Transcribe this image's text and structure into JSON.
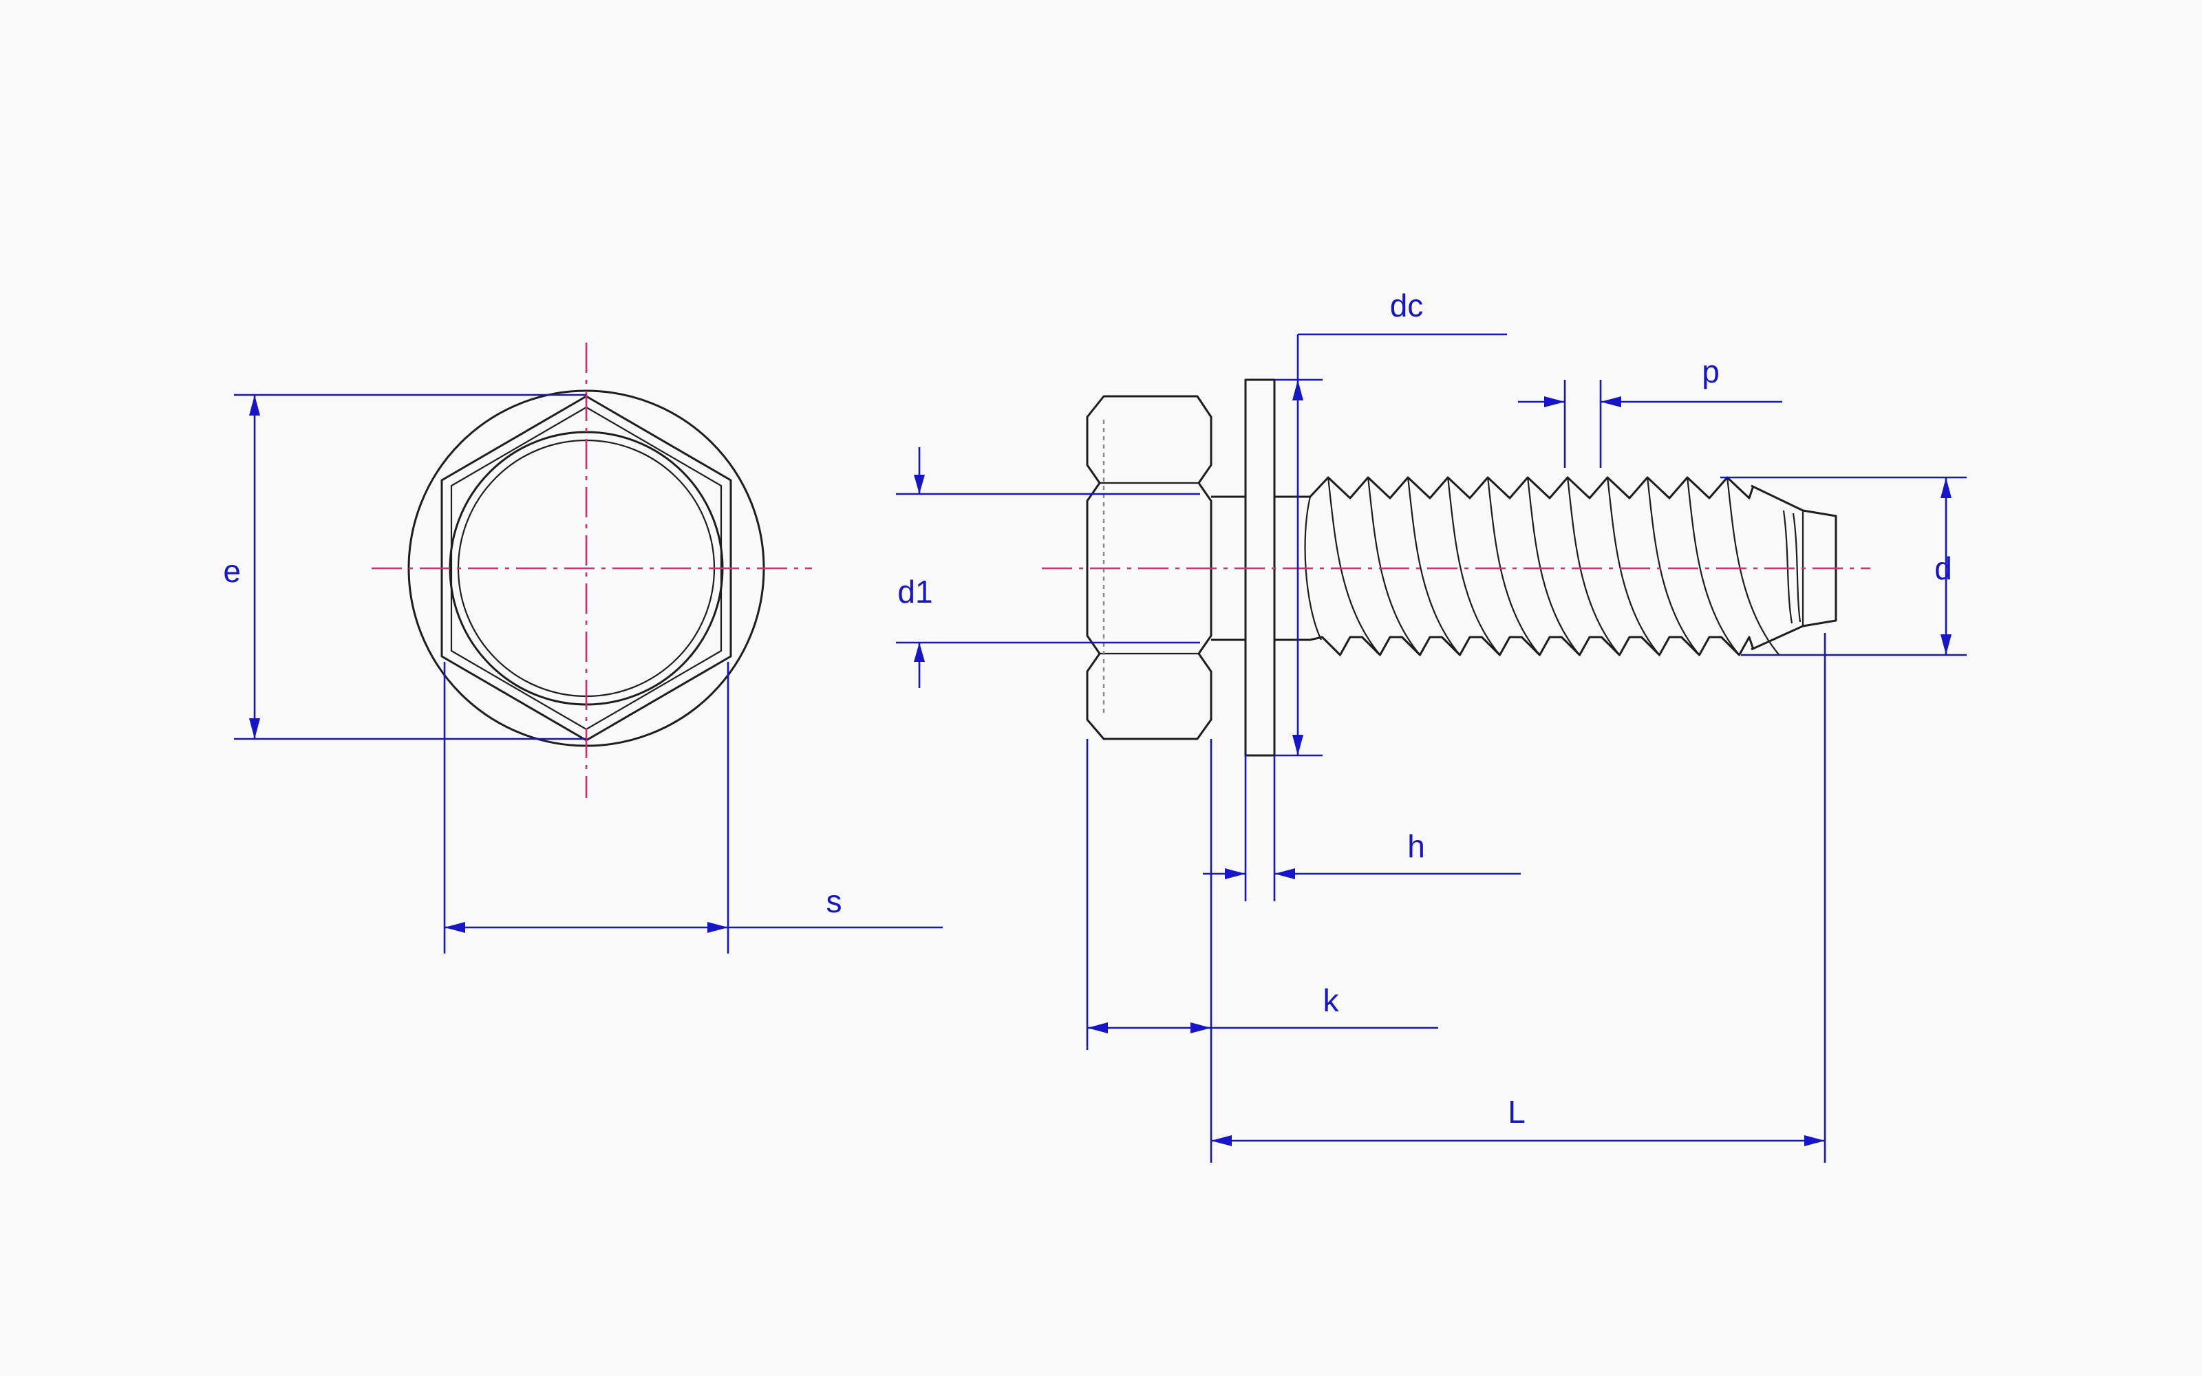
{
  "colors": {
    "outline": "#1e1e1e",
    "dimension": "#1616c8",
    "centerline": "#d6306e",
    "background": "#f9f9f9"
  },
  "labels": {
    "e": "e",
    "s": "s",
    "d1": "d1",
    "dc": "dc",
    "p": "p",
    "d": "d",
    "h": "h",
    "k": "k",
    "L": "L"
  }
}
